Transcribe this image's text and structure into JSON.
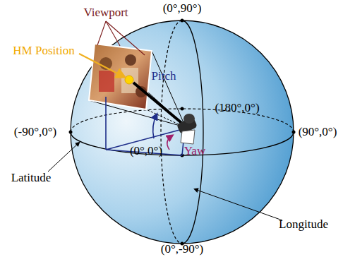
{
  "diagram": {
    "labels": [
      "(0°,90°)",
      "Viewport",
      "HM Position",
      "Pitch",
      "(180°,0°)",
      "(-90°,0°)",
      "(90°,0°)",
      "(0°,0°)",
      "Yaw",
      "Latitude",
      "Longitude",
      "(0°,-90°)"
    ]
  }
}
